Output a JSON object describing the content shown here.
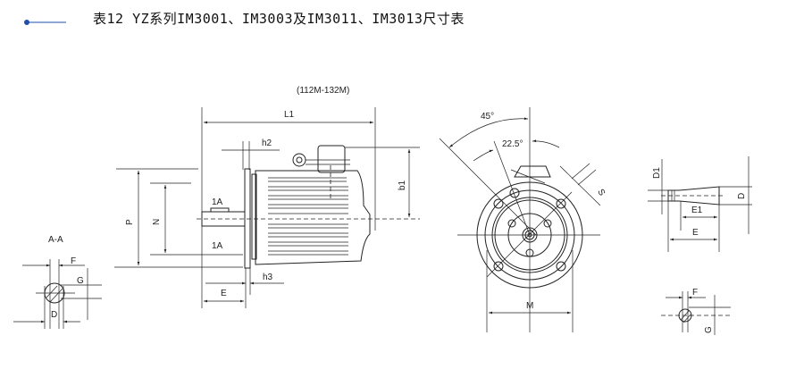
{
  "header": {
    "title": "表12 YZ系列IM3001、IM3003及IM3011、IM3013尺寸表",
    "accent_color": "#1f4fa8"
  },
  "section_view": {
    "label": "A-A",
    "F": "F",
    "G": "G",
    "D": "D"
  },
  "side_view": {
    "frame_range": "(112M-132M)",
    "L1": "L1",
    "h2": "h2",
    "h3": "h3",
    "b1": "b1",
    "P": "P",
    "N": "N",
    "section_mark_top": "1A",
    "section_mark_bottom": "1A",
    "E": "E"
  },
  "front_view": {
    "angle_45": "45°",
    "angle_22_5": "22.5°",
    "S": "S",
    "M": "M"
  },
  "shaft_detail": {
    "D1": "D1",
    "D": "D",
    "E1": "E1",
    "E": "E",
    "F": "F",
    "G": "G"
  }
}
